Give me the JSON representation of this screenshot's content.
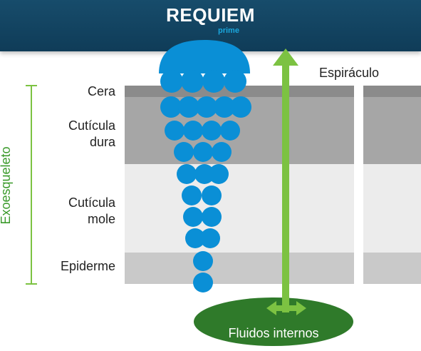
{
  "header": {
    "logo_text": "REQUIEM",
    "logo_sub": "prime"
  },
  "labels": {
    "wax": "Cera",
    "hard_cuticle_1": "Cutícula",
    "hard_cuticle_2": "dura",
    "soft_cuticle_1": "Cutícula",
    "soft_cuticle_2": "mole",
    "epidermis": "Epiderme",
    "spiracle": "Espiráculo",
    "exoskeleton": "Exoesqueleto",
    "internal_fluids": "Fluidos internos"
  },
  "colors": {
    "header_bg": "#174c6b",
    "droplet": "#0a8fd6",
    "arrow_green": "#7cc242",
    "fluid_ellipse": "#2f7a2a",
    "bracket_green": "#7cc242",
    "layer_wax": "#8b8b8b",
    "layer_hard_cuticle": "#a6a6a6",
    "layer_soft_cuticle": "#ececec",
    "layer_epidermis": "#c9c9c9"
  }
}
